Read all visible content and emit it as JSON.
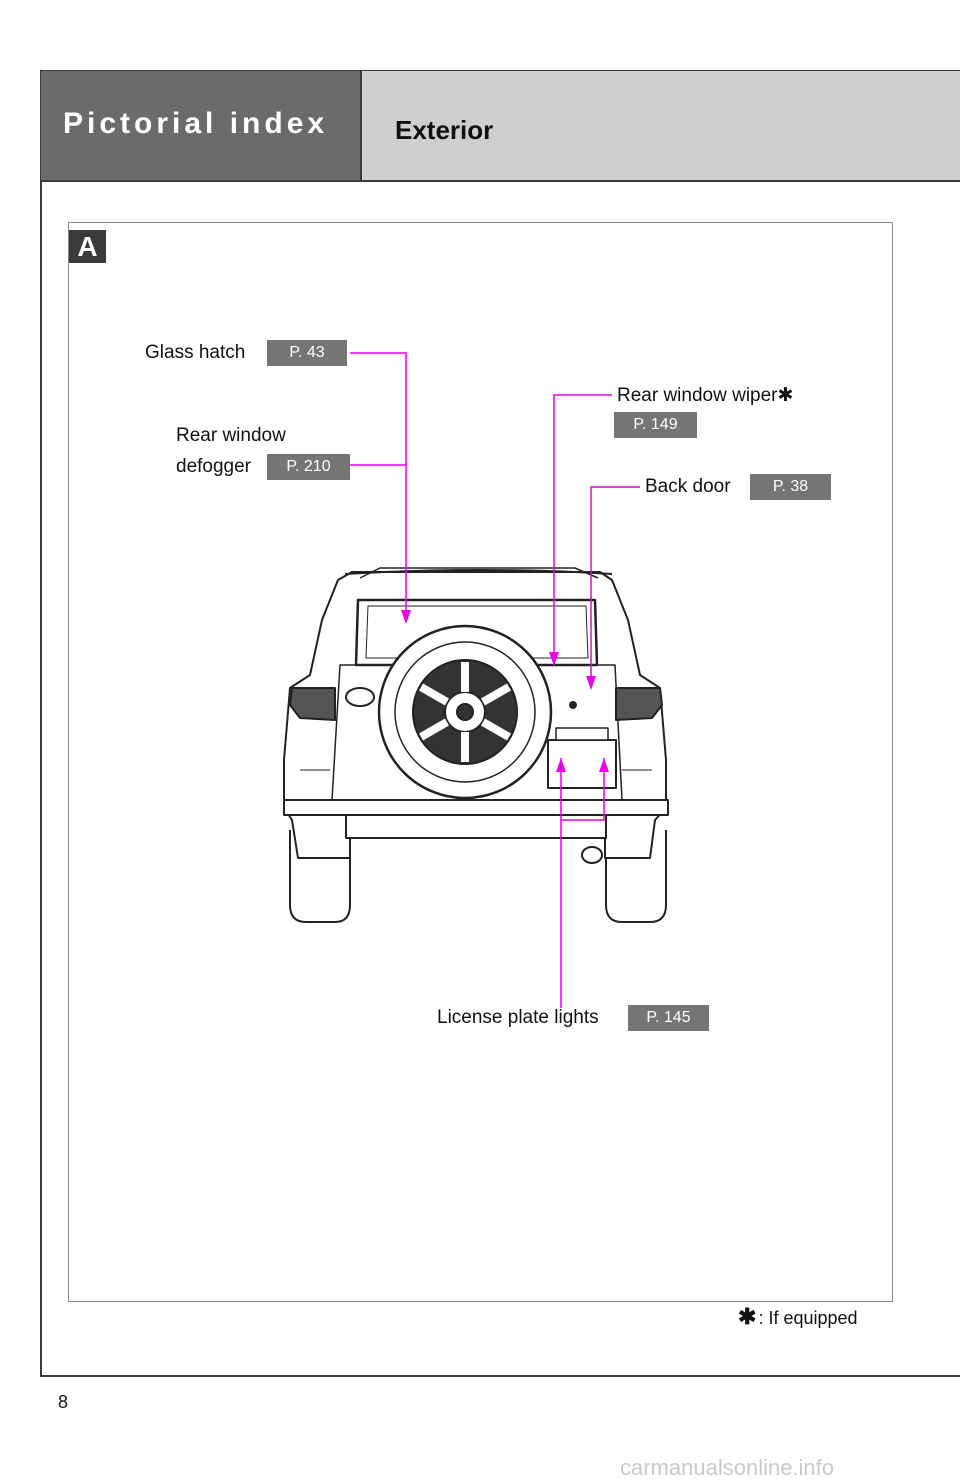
{
  "header": {
    "section": "Pictorial index",
    "title": "Exterior"
  },
  "panel_tag": "A",
  "callouts": {
    "glass_hatch": {
      "label": "Glass hatch",
      "page": "P. 43"
    },
    "rear_window_defogger": {
      "label_line1": "Rear window",
      "label_line2": "defogger",
      "page": "P. 210"
    },
    "rear_window_wiper": {
      "label": "Rear window wiper",
      "page": "P. 149"
    },
    "back_door": {
      "label": "Back door",
      "page": "P. 38"
    },
    "license_plate_lights": {
      "label": "License plate lights",
      "page": "P. 145"
    }
  },
  "footnote": {
    "symbol": "✱",
    "text": ": If equipped"
  },
  "page_number": "8",
  "watermark": "carmanualsonline.info",
  "colors": {
    "leader_line": "#e600e6",
    "page_badge": "#757575",
    "header_dark": "#6b6b6b",
    "header_light": "#cfcfcf"
  }
}
